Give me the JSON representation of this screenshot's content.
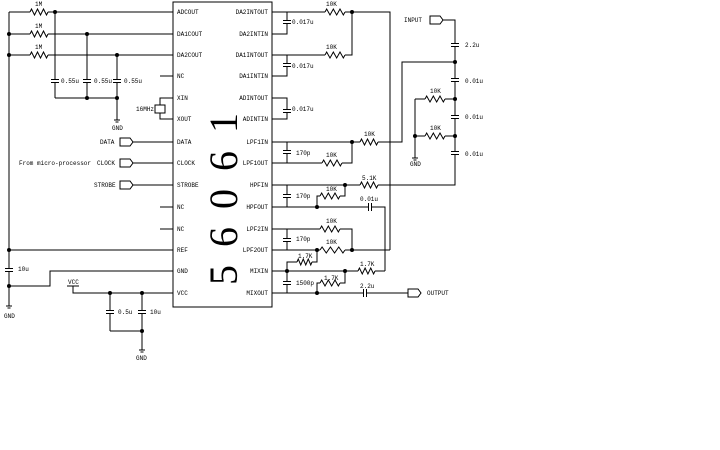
{
  "chip": {
    "part_number": "56061",
    "left_pins": [
      "ADCOUT",
      "DA1COUT",
      "DA2COUT",
      "NC",
      "XIN",
      "XOUT",
      "DATA",
      "CLOCK",
      "STROBE",
      "NC",
      "NC",
      "REF",
      "GND",
      "VCC"
    ],
    "right_pins": [
      "DA2INTOUT",
      "DA2INTIN",
      "DA1INTOUT",
      "DA1INTIN",
      "ADINTOUT",
      "ADINTIN",
      "LPF1IN",
      "LPF1OUT",
      "HPFIN",
      "HPFOUT",
      "LPF2IN",
      "LPF2OUT",
      "MIXIN",
      "MIXOUT"
    ]
  },
  "left": {
    "r1": "1M",
    "r2": "1M",
    "r3": "1M",
    "c1": "0.55u",
    "c2": "0.55u",
    "c3": "0.55u",
    "gnd1": "GND",
    "crystal": "16MHz",
    "data": "DATA",
    "clock": "CLOCK",
    "strobe": "STROBE",
    "source_note": "From micro-processor",
    "c_ref": "10u",
    "gnd2": "GND",
    "vcc": "VCC",
    "c_vcc1": "0.5u",
    "c_vcc2": "10u",
    "gnd3": "GND"
  },
  "right": {
    "r_da2": "10K",
    "r_da1": "10K",
    "c_da2": "0.017u",
    "c_da1": "0.017u",
    "c_ad": "0.017u",
    "r_lpf1in": "10K",
    "r_lpf1fb": "10K",
    "c_lpf1": "170p",
    "r_hpfin": "5.1K",
    "r_hpffb": "10K",
    "c_hpf": "170p",
    "c_hpfout": "0.01u",
    "r_lpf2in": "10K",
    "r_lpf2fb": "10K",
    "c_lpf2": "170p",
    "r_mix1": "1.7K",
    "r_mix2": "1.7K",
    "r_mix3": "1.7K",
    "c_mix": "1500p",
    "c_out": "2.2u",
    "output": "OUTPUT",
    "input": "INPUT",
    "c_in": "2.2u",
    "c_f1": "0.01u",
    "c_f2": "0.01u",
    "c_f3": "0.01u",
    "r_f1": "10K",
    "r_f2": "10K",
    "gnd4": "GND"
  }
}
